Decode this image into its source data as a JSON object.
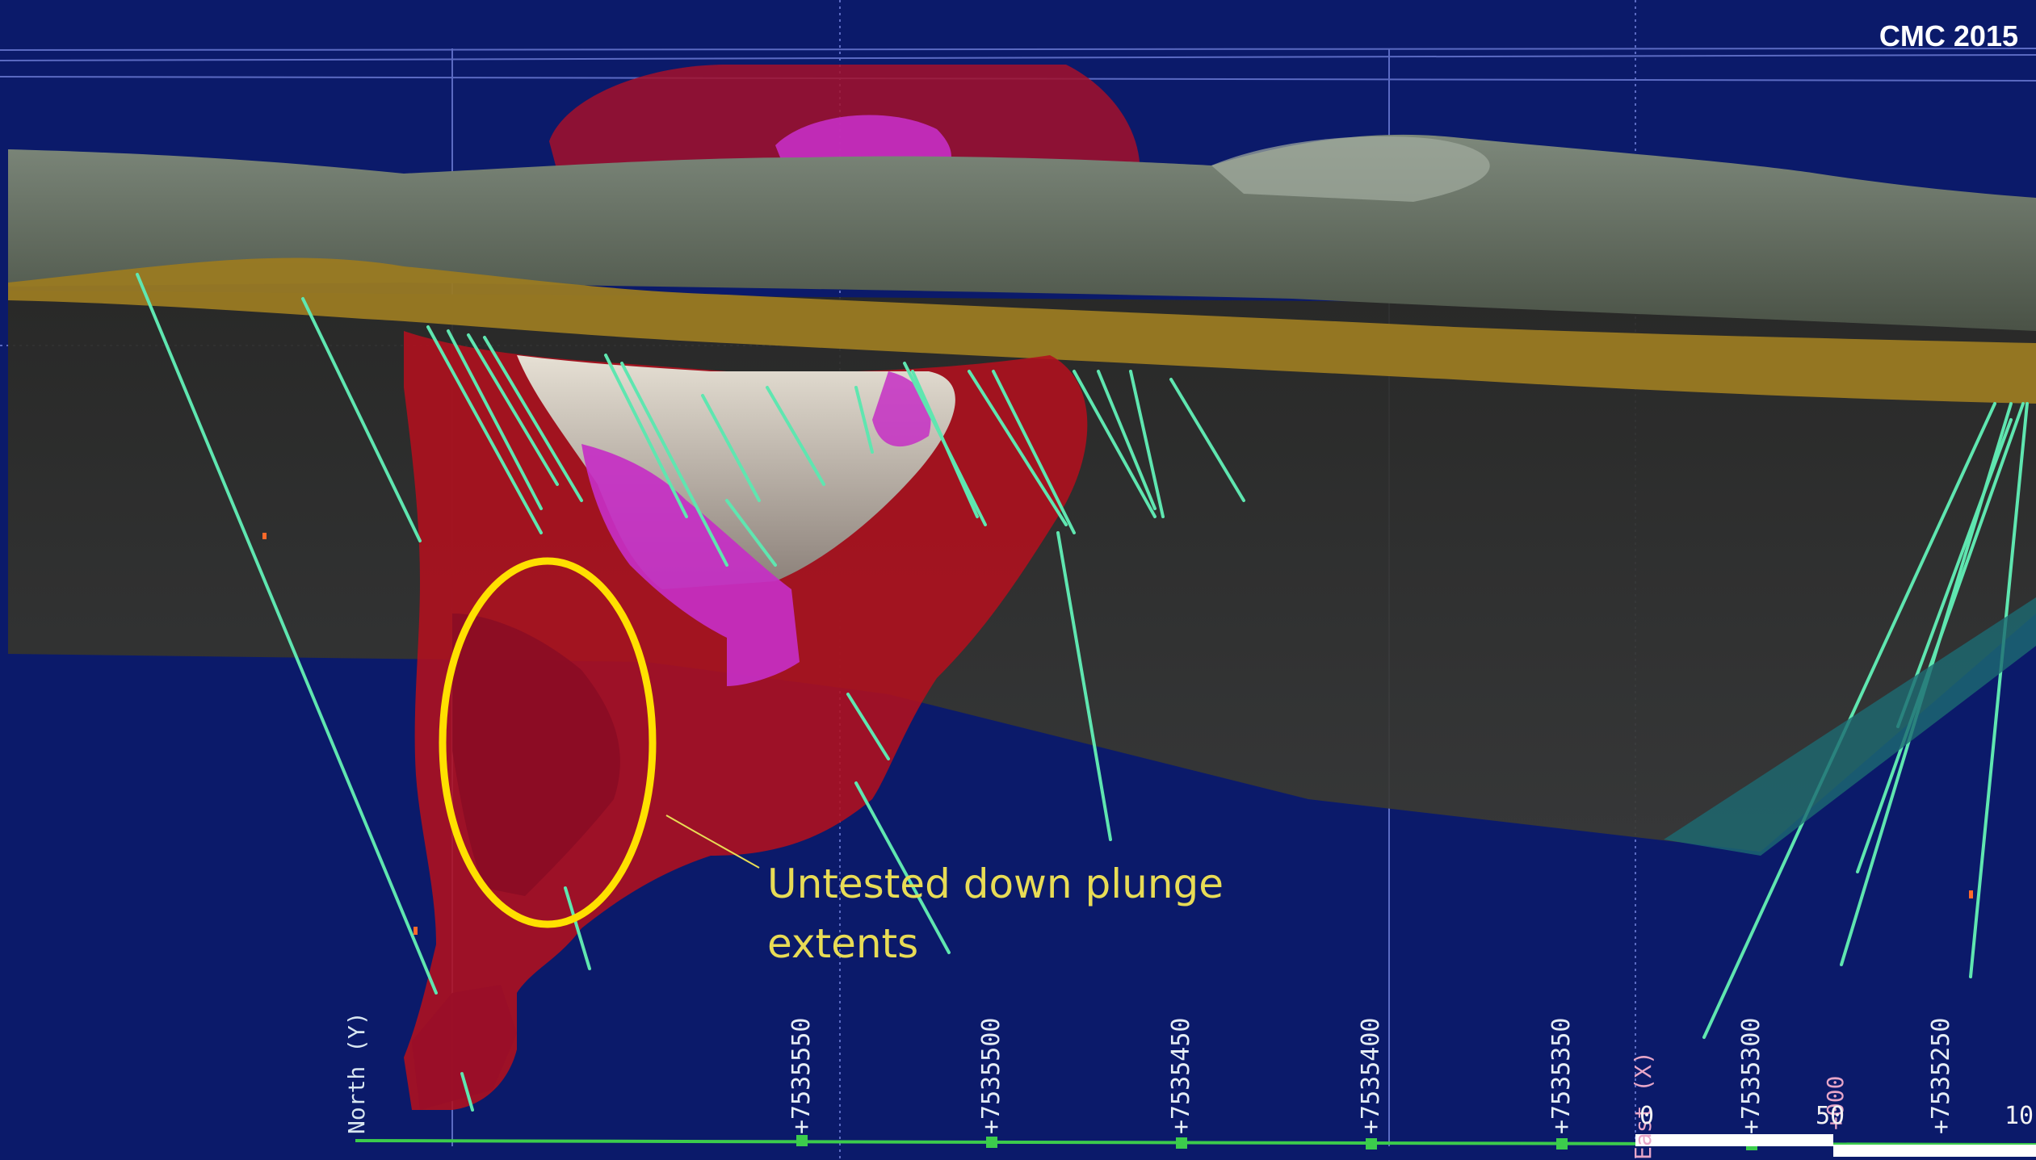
{
  "watermark": "CMC 2015",
  "annotation": {
    "line1": "Untested down plunge",
    "line2": "extents"
  },
  "axes": {
    "north_title": "North (Y)",
    "east_title": "East (X)",
    "north_ticks": [
      "+7535550",
      "+7535500",
      "+7535450",
      "+7535400",
      "+7535350",
      "+7535300",
      "+7535250"
    ],
    "secondary_tick": "+000"
  },
  "scale_bar": {
    "labels": [
      "0",
      "50",
      "10"
    ]
  },
  "colors": {
    "background": "#0b1a6a",
    "terrain": "#5f6a5e",
    "overburden": "#9a7a22",
    "orebody_shell": "#b2101e",
    "high_grade": "#c52fc4",
    "drill_trace": "#5fe6b0",
    "highlight_ellipse": "#ffe000",
    "annotation_text": "#e8dc55"
  }
}
